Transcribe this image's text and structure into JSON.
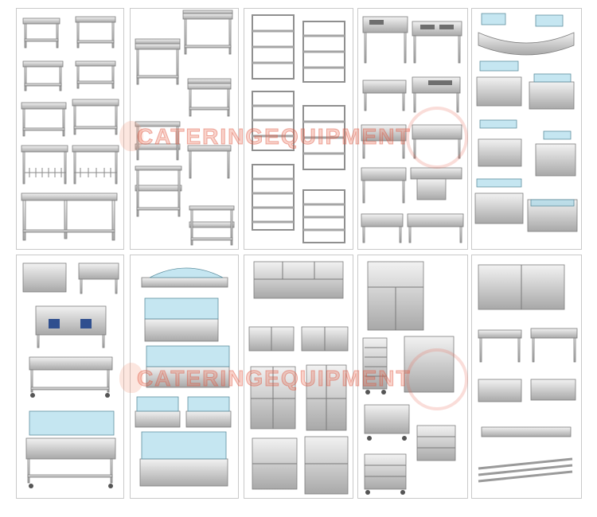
{
  "watermark": {
    "text": "CATERINGEQUIPMENT",
    "color": "#e86046"
  },
  "panels": [
    {
      "id": "p1",
      "subject": "workbench tables and open racks with undershelves"
    },
    {
      "id": "p2",
      "subject": "work tables with backsplash and over-shelves"
    },
    {
      "id": "p3",
      "subject": "four and five tier shelving racks"
    },
    {
      "id": "p4",
      "subject": "sink tables and single/double bowl sinks"
    },
    {
      "id": "p5",
      "subject": "curved buffet counter, bain-marie and salad bar stations"
    },
    {
      "id": "p6",
      "subject": "hot food carts, fryer range and heated bain-marie trolleys"
    },
    {
      "id": "p7",
      "subject": "countertop food warmers with glass sneeze guards"
    },
    {
      "id": "p8",
      "subject": "storage cabinets with drawers and sliding doors"
    },
    {
      "id": "p9",
      "subject": "tray racks, trolleys and utility carts"
    },
    {
      "id": "p10",
      "subject": "wall cabinets, work tables and wall shelves"
    }
  ]
}
